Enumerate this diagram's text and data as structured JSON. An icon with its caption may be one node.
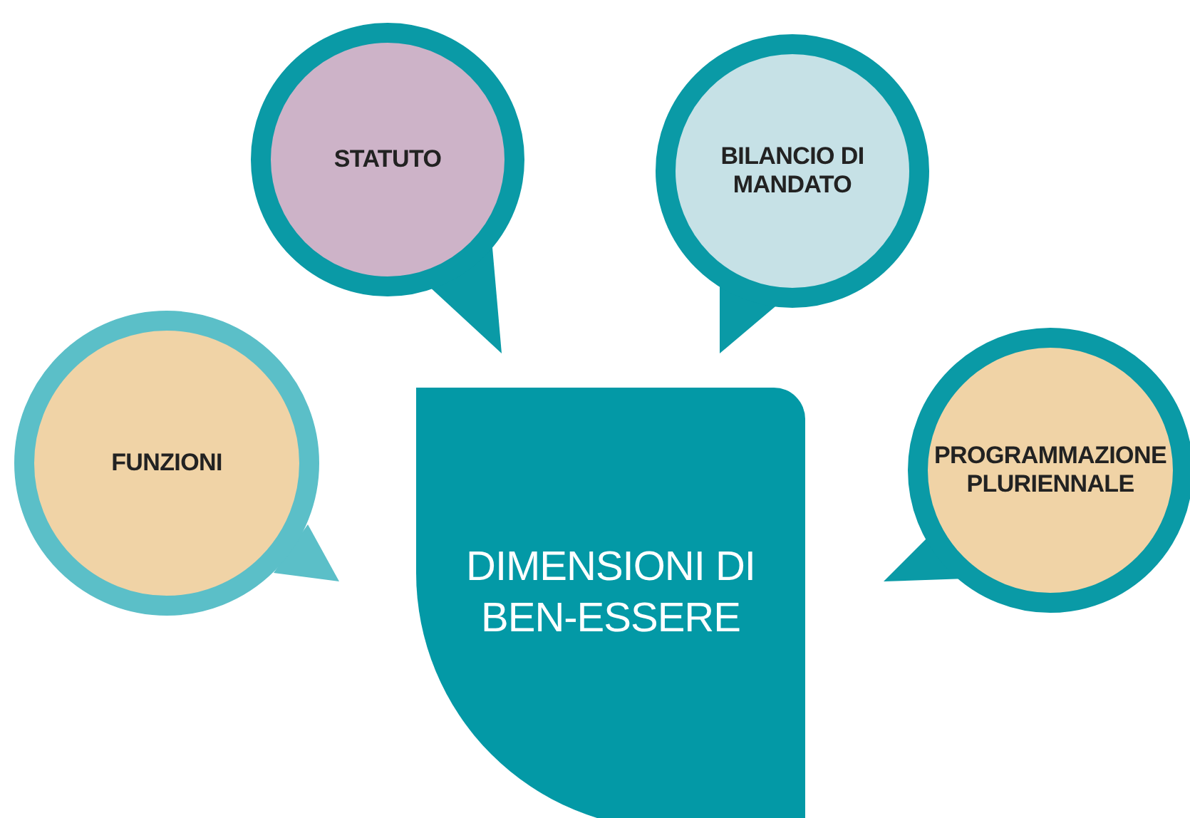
{
  "diagram": {
    "nodes": [
      {
        "text": [
          "STATUTO"
        ]
      },
      {
        "text": [
          "BILANCIO DI MANDATO"
        ]
      },
      {
        "text": [
          "FUNZIONI"
        ]
      },
      {
        "text": [
          "PROGRAMMAZIONE PLURIENNALE"
        ]
      },
      {
        "text": [
          "DIMENSIONI DI BEN-ESSERE"
        ]
      }
    ]
  }
}
